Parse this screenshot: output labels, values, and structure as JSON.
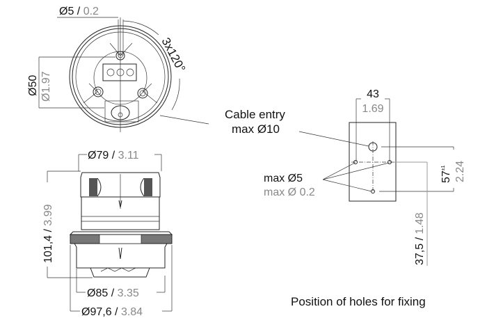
{
  "top_view": {
    "hole_dim_mm": "Ø5",
    "hole_dim_sep": " / ",
    "hole_dim_in": "0.2",
    "angle_label": "3x120°",
    "diameter_mm": "Ø50",
    "diameter_in": "Ø1.97"
  },
  "cable_entry": {
    "line1": "Cable entry",
    "line2": "max Ø10"
  },
  "side_view": {
    "top_dia_mm": "Ø79",
    "top_dia_in": "3.11",
    "height_mm": "101,4",
    "height_in": "3.99",
    "base_dia_mm": "Ø85",
    "base_dia_in": "3.35",
    "ring_dia_mm": "Ø97,6",
    "ring_dia_in": "3.84",
    "sep": " / "
  },
  "fixing": {
    "width_mm": "43",
    "width_in": "1.69",
    "hole_mm": "max Ø5",
    "hole_in": "max Ø 0.2",
    "vspan_mm": "57",
    "vspan_tol": "±1",
    "vspan_in": "2.24",
    "offset_mm": "37,5",
    "offset_in": "1.48",
    "caption": "Position of holes for fixing"
  }
}
